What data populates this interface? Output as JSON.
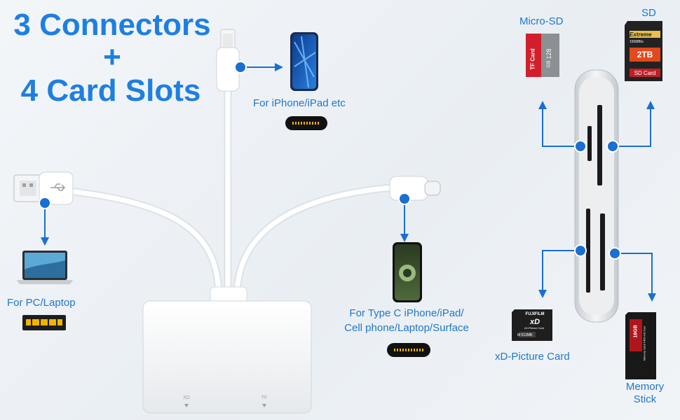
{
  "headline": {
    "line1": "3 Connectors",
    "line2": "+",
    "line3": "4 Card Slots"
  },
  "connectors": {
    "lightning_label": "For iPhone/iPad etc",
    "usb_a_label": "For PC/Laptop",
    "usb_c_label_line1": "For Type C iPhone/iPad/",
    "usb_c_label_line2": "Cell phone/Laptop/Surface"
  },
  "hub": {
    "slot_xd": "XD",
    "slot_tf": "TF"
  },
  "cards": {
    "micro_sd": {
      "label": "Micro-SD",
      "card_text": "TF Card",
      "capacity": "128",
      "unit": "GB"
    },
    "sd": {
      "label": "SD",
      "brand": "Extreme",
      "speed": "150MB/s",
      "capacity": "2TB",
      "type": "SD Card"
    },
    "xd": {
      "label": "xD-Picture Card",
      "brand": "FUJIFILM",
      "logo": "xD",
      "sub": "xD-Picture Card",
      "capacity": "M 512MB"
    },
    "memory_stick": {
      "label_line1": "Memory",
      "label_line2": "Stick",
      "capacity": "16GB",
      "text": "Memory Stick PRO-HG Duo"
    }
  },
  "colors": {
    "accent": "#1e7fe0",
    "arrow": "#1a6fd1",
    "background": "#eef2f6"
  }
}
